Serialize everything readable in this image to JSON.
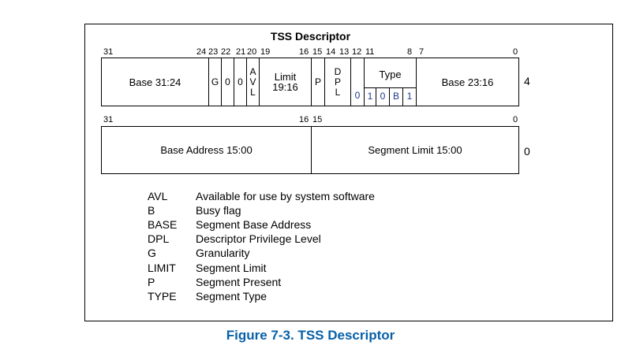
{
  "title": "TSS Descriptor",
  "top_bits": [
    "31",
    "24",
    "23",
    "22",
    "21",
    "20",
    "19",
    "16",
    "15",
    "14",
    "13",
    "12",
    "11",
    "8",
    "7",
    "0"
  ],
  "top_fields": {
    "base_hi": "Base 31:24",
    "g": "G",
    "z1": "0",
    "z2": "0",
    "avl": [
      "A",
      "V",
      "L"
    ],
    "limit": [
      "Limit",
      "19:16"
    ],
    "p": "P",
    "dpl": [
      "D",
      "P",
      "L"
    ],
    "s": "0",
    "type": "Type",
    "type_bits": [
      "1",
      "0",
      "B",
      "1"
    ],
    "base_mid": "Base 23:16"
  },
  "top_offset": "4",
  "bottom_bits": [
    "31",
    "16",
    "15",
    "0"
  ],
  "bottom_fields": {
    "base_lo": "Base Address 15:00",
    "limit_lo": "Segment Limit 15:00"
  },
  "bottom_offset": "0",
  "legend": [
    {
      "abbr": "AVL",
      "desc": "Available for use by system software"
    },
    {
      "abbr": "B",
      "desc": "Busy flag"
    },
    {
      "abbr": "BASE",
      "desc": "Segment Base Address"
    },
    {
      "abbr": "DPL",
      "desc": "Descriptor Privilege Level"
    },
    {
      "abbr": "G",
      "desc": "Granularity"
    },
    {
      "abbr": "LIMIT",
      "desc": "Segment Limit"
    },
    {
      "abbr": "P",
      "desc": "Segment Present"
    },
    {
      "abbr": "TYPE",
      "desc": "Segment Type"
    }
  ],
  "caption": "Figure 7-3.  TSS Descriptor"
}
